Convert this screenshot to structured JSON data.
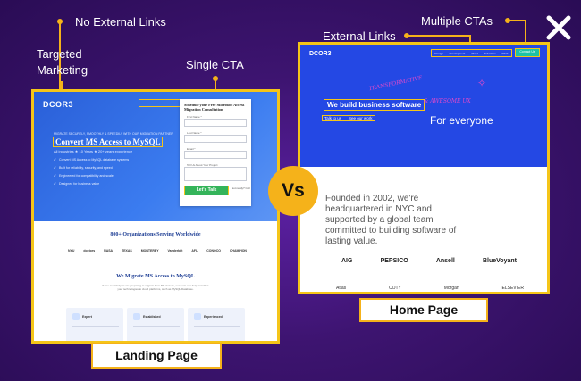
{
  "annotations": {
    "no_external_links": "No External Links",
    "targeted_marketing_line1": "Targeted",
    "targeted_marketing_line2": "Marketing",
    "single_cta": "Single CTA",
    "external_links": "External Links",
    "multiple_ctas": "Multiple CTAs"
  },
  "labels": {
    "landing_page": "Landing Page",
    "home_page": "Home Page",
    "vs": "Vs"
  },
  "landing_page": {
    "logo": "DCOR3",
    "eyebrow": "MIGRATE SECURELY, SMOOTHLY & SPEEDILY WITH OUR MIGRATION PARTNER",
    "headline": "Convert MS Access to MySQL",
    "subline": "All industries ★ 10 Years ★ 20+ years experience",
    "bullets": [
      "Convert MS Access to MySQL database systems",
      "Built for reliability, security, and speed",
      "Engineered for compatibility and scale",
      "Designed for business value"
    ],
    "form": {
      "title": "Schedule your Free Microsoft Access Migration Consultation",
      "fields": [
        "First Name *",
        "Last Name *",
        "Email *",
        "Tell Us About Your Project"
      ],
      "cta": "Let's Talk",
      "cta_note": "Not ready? Call"
    },
    "orgs_title": "800+ Organizations Serving Worldwide",
    "org_logos": [
      "NYU",
      "doctors",
      "NASA",
      "TEXAS",
      "MONTEREY",
      "Vanderbilt",
      "AFL",
      "CONOCO",
      "CHAMPION"
    ],
    "migrate_title": "We Migrate MS Access to MySQL",
    "migrate_text": "If you need help or are preparing to migrate from MS Access, our team can help transition your technologies to cloud platforms, such as MySQL Database.",
    "cards": [
      "Expert",
      "Established",
      "Experienced"
    ]
  },
  "home_page": {
    "logo": "DCOR3",
    "nav_links": [
      "Design",
      "Development",
      "About",
      "Industries",
      "Work"
    ],
    "nav_cta": "Contact Us",
    "script_top": "TRANSFORMATIVE",
    "headline": "We build business software",
    "script_right": "& AWESOME UX",
    "cta_primary": "Talk to us",
    "cta_secondary": "See our work",
    "tagline": "For everyone",
    "body": "Founded in 2002, we're headquartered in NYC and supported by a global team committed to building software of lasting value.",
    "client_logos": [
      "AIG",
      "PEPSICO",
      "Ansell",
      "BlueVoyant"
    ],
    "client_logos_row2": [
      "Atlas",
      "COTY",
      "Morgan",
      "ELSEVIER"
    ]
  },
  "colors": {
    "background": "#3d1470",
    "accent": "#f5b21a",
    "highlight_border": "#f5c518",
    "landing_blue": "#2a5fd8",
    "home_blue": "#2448e4",
    "cta_green": "#34b45a",
    "home_script": "#e04acb"
  }
}
